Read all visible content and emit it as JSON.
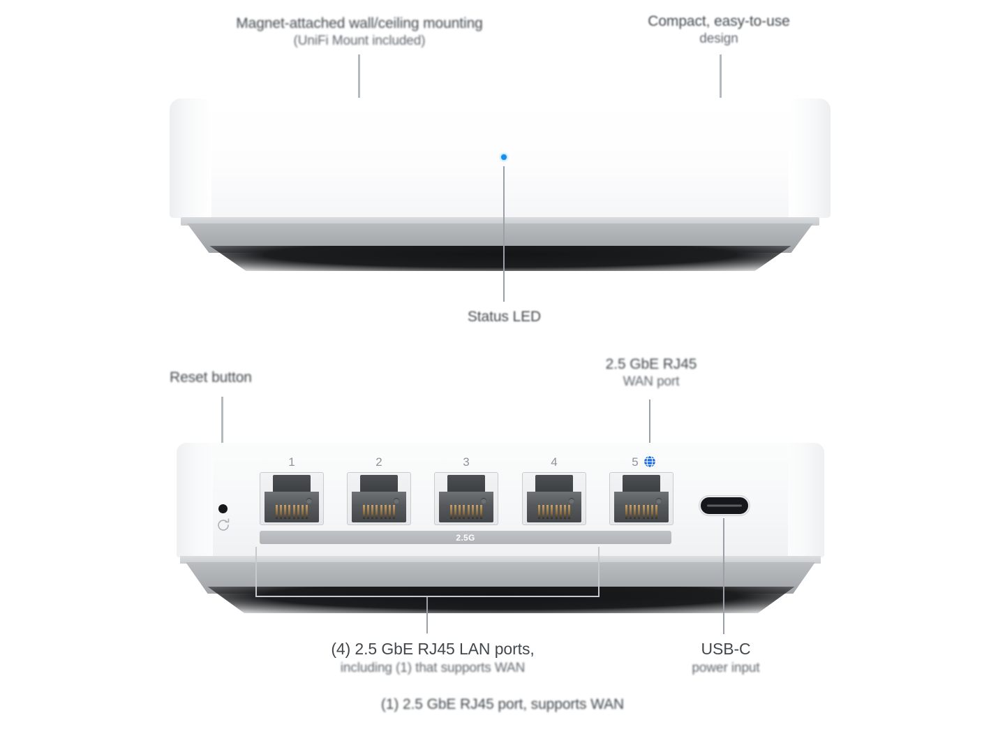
{
  "diagram": {
    "title": "Device hardware callout diagram",
    "accent_color": "#1290f0",
    "wan_icon_color": "#1b6ae0",
    "label_color": "#43484d",
    "sublabel_color": "#60666c"
  },
  "top_view": {
    "callouts": {
      "mount": {
        "line1": "Magnet-attached wall/ceiling mounting",
        "line2": "(UniFi Mount included)"
      },
      "design": {
        "line1": "Compact, easy-to-use",
        "line2": "design"
      },
      "status_led": {
        "line1": "Status LED",
        "line2": ""
      }
    },
    "status_led_color": "#1290f0"
  },
  "rear_view": {
    "callouts": {
      "reset": {
        "line1": "Reset button",
        "line2": ""
      },
      "wan_port": {
        "line1": "2.5 GbE RJ45",
        "line2": "WAN port"
      },
      "lan_ports": {
        "line1": "(4) 2.5 GbE RJ45 LAN ports,",
        "line2": "including (1) that supports WAN"
      },
      "usb_c": {
        "line1": "USB-C",
        "line2": "power input"
      },
      "footnote": {
        "line1": "(1) 2.5 GbE RJ45 port, supports WAN",
        "line2": ""
      }
    },
    "ports": [
      {
        "number": "1",
        "type": "rj45",
        "wan": false
      },
      {
        "number": "2",
        "type": "rj45",
        "wan": false
      },
      {
        "number": "3",
        "type": "rj45",
        "wan": false
      },
      {
        "number": "4",
        "type": "rj45",
        "wan": false
      },
      {
        "number": "5",
        "type": "rj45",
        "wan": true
      }
    ],
    "speed_bar_label": "2.5G",
    "reset_icon": "reset-arrow-icon",
    "wan_icon": "globe-icon",
    "usb_c_label": "usb-c-port"
  }
}
